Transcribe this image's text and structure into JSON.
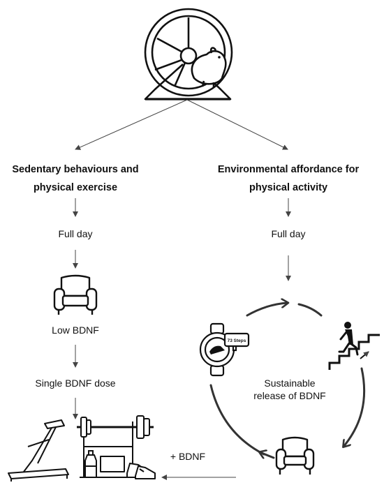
{
  "left_branch": {
    "heading_line1": "Sedentary behaviours and",
    "heading_line2": "physical exercise",
    "step1": "Full day",
    "step2": "Low BDNF",
    "step3": "Single BDNF dose"
  },
  "right_branch": {
    "heading_line1": "Environmental affordance for",
    "heading_line2": "physical activity",
    "step1": "Full day",
    "cycle_line1": "Sustainable",
    "cycle_line2": "release of BDNF",
    "watch_screen": "73 Steps"
  },
  "connector_label": "+ BDNF",
  "icons": {
    "top": "hamster-wheel-icon",
    "left_chair": "armchair-icon",
    "equipment": [
      "treadmill-icon",
      "weight-rack-icon",
      "barbell-icon",
      "water-bottle-icon",
      "sneakers-icon"
    ],
    "cycle": [
      "smartwatch-icon",
      "climbing-stairs-icon",
      "armchair-icon"
    ]
  },
  "colors": {
    "ink": "#111111",
    "cycle_arrows": "#333333",
    "connector_lines": "#444444"
  }
}
